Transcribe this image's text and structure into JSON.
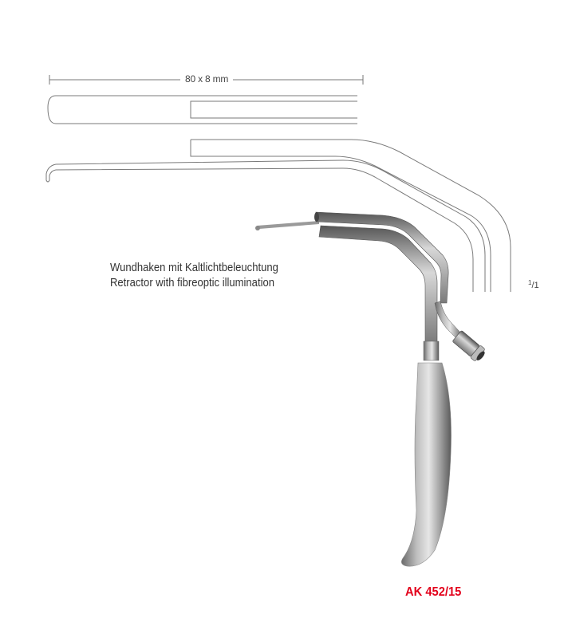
{
  "drawing": {
    "dimension_label": "80 x 8 mm",
    "scale_numerator": "1",
    "scale_denominator": "1",
    "line_color": "#6e6e6e"
  },
  "caption": {
    "german": "Wundhaken mit Kaltlichtbeleuchtung",
    "english": "Retractor with fibreoptic illumination"
  },
  "product": {
    "code": "AK 452/15",
    "code_color": "#e3001b"
  }
}
